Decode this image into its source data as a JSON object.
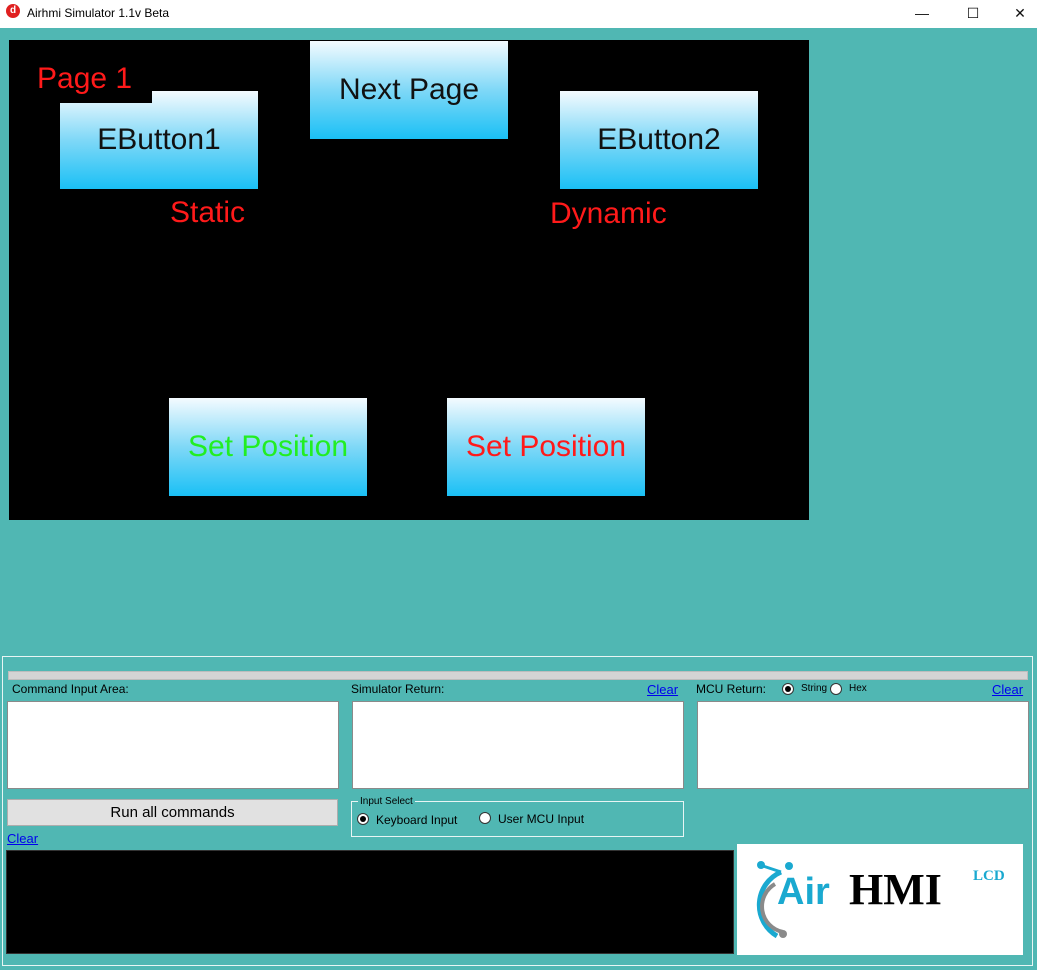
{
  "window": {
    "title": "Airhmi Simulator 1.1v Beta",
    "icon_glyph": "d",
    "minimize": "—",
    "maximize": "☐",
    "close": "✕"
  },
  "screen": {
    "page_label": "Page 1",
    "buttons": {
      "next_page": "Next Page",
      "ebutton1": "EButton1",
      "ebutton2": "EButton2",
      "set_position_green": "Set Position",
      "set_position_red": "Set Position"
    },
    "labels": {
      "static": "Static",
      "dynamic": "Dynamic"
    },
    "colors": {
      "green_text": "#22ee22",
      "red_text": "#ff1a1a"
    }
  },
  "panel": {
    "command_input_label": "Command Input Area:",
    "simulator_return_label": "Simulator Return:",
    "simulator_return_clear": "Clear",
    "mcu_return_label": "MCU Return:",
    "mcu_string_option": "String",
    "mcu_hex_option": "Hex",
    "mcu_return_clear": "Clear",
    "run_all_commands": "Run all commands",
    "console_clear": "Clear",
    "input_select_legend": "Input Select",
    "keyboard_input": "Keyboard Input",
    "user_mcu_input": "User MCU Input",
    "mcu_selected": "String",
    "input_selected": "Keyboard Input"
  },
  "logo": {
    "air": "Air",
    "hmi": "HMI",
    "lcd": "LCD"
  }
}
